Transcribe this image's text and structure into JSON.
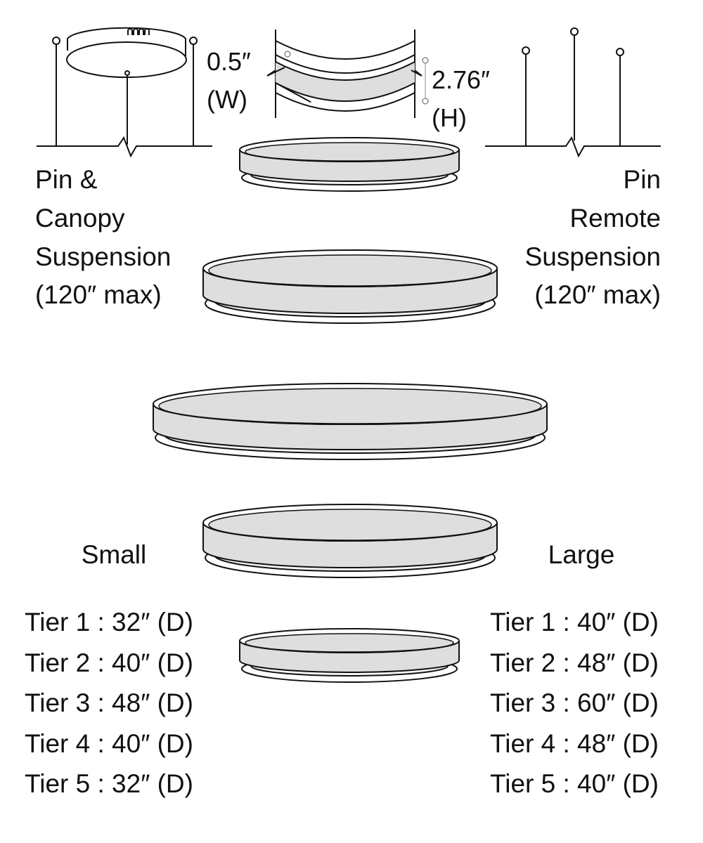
{
  "dimensions": {
    "width": "0.5″",
    "width_label": "(W)",
    "height": "2.76″",
    "height_label": "(H)"
  },
  "left_suspension": {
    "lines": [
      "Pin &",
      "Canopy",
      "Suspension",
      "(120″ max)"
    ]
  },
  "right_suspension": {
    "lines": [
      "Pin",
      "Remote",
      "Suspension",
      "(120″ max)"
    ]
  },
  "small": {
    "title": "Small",
    "tiers": [
      "Tier 1 :  32″ (D)",
      "Tier 2 :  40″ (D)",
      "Tier 3 :  48″ (D)",
      "Tier 4 :  40″ (D)",
      "Tier 5 :  32″ (D)"
    ]
  },
  "large": {
    "title": "Large",
    "tiers": [
      "Tier 1 :  40″ (D)",
      "Tier 2 :  48″ (D)",
      "Tier 3 :  60″ (D)",
      "Tier 4 :  48″ (D)",
      "Tier 5 :  40″ (D)"
    ]
  },
  "colors": {
    "band": "#dedede",
    "line": "#111111"
  }
}
